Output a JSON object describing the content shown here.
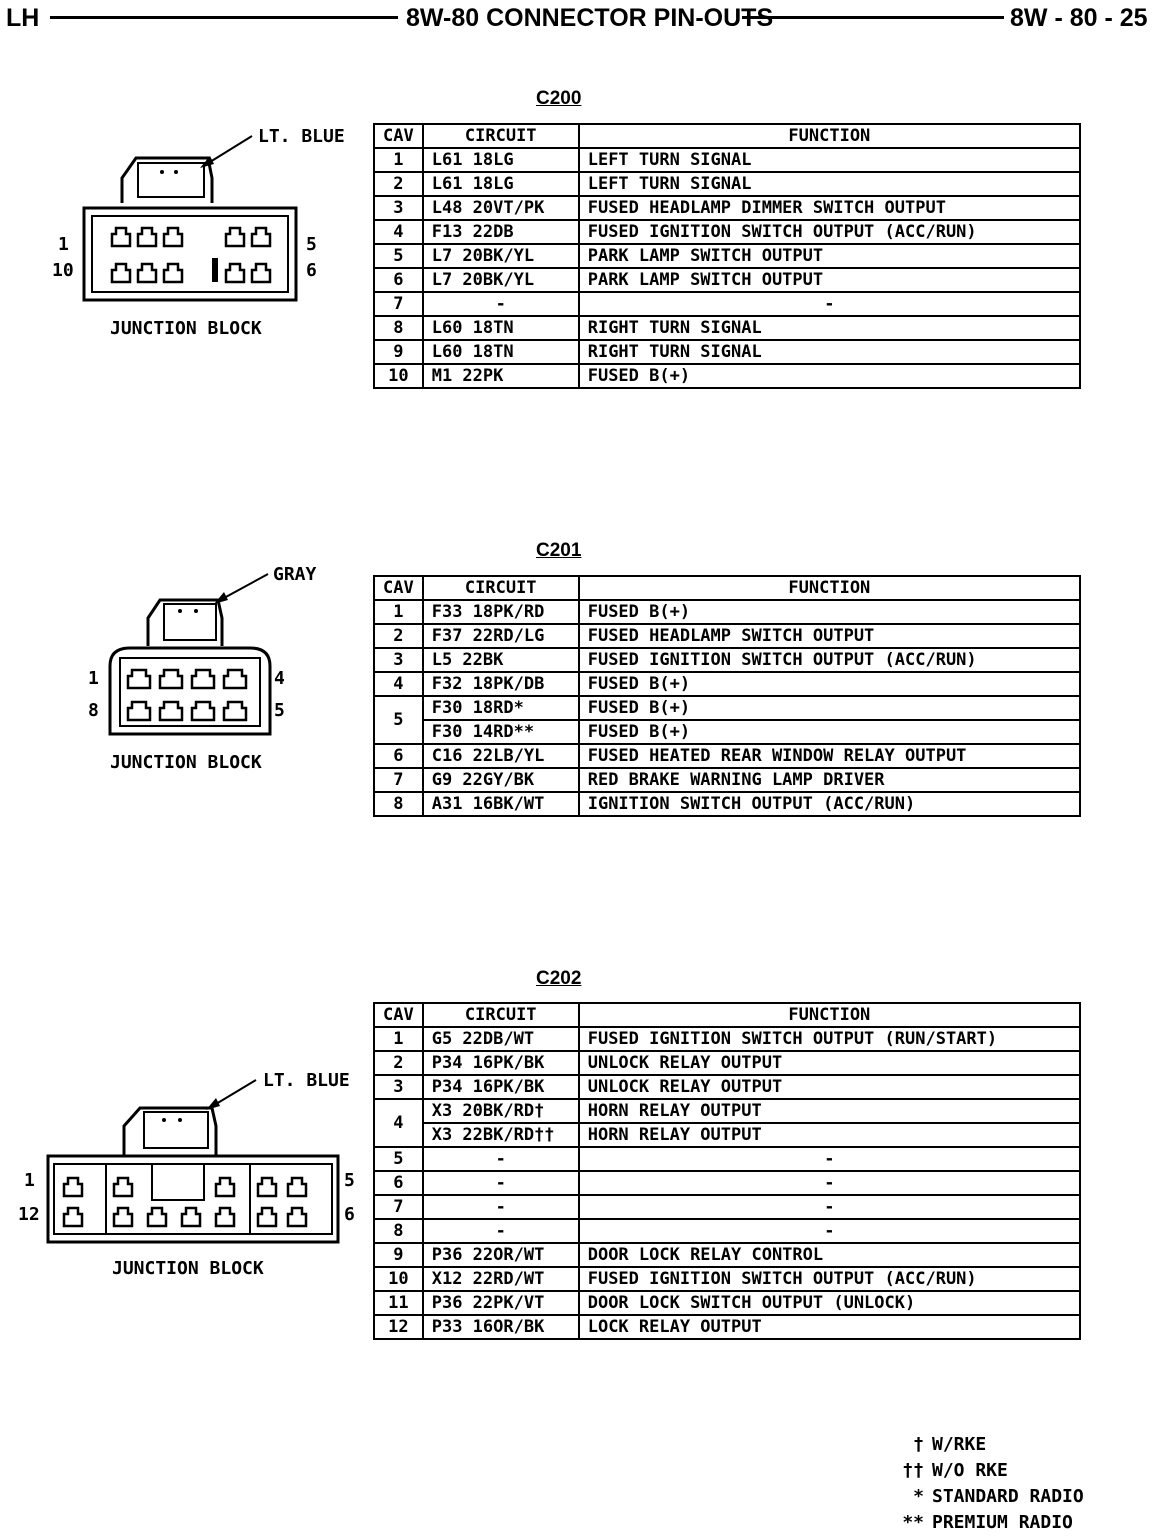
{
  "header": {
    "left": "LH",
    "center": "8W-80 CONNECTOR PIN-OUTS",
    "right": "8W - 80 - 25"
  },
  "connectors": [
    {
      "title": "C200",
      "color_label": "LT. BLUE",
      "block_label": "JUNCTION BLOCK",
      "pin_labels": {
        "top_left": "1",
        "bottom_left": "10",
        "top_right": "5",
        "bottom_right": "6"
      },
      "columns": [
        "CAV",
        "CIRCUIT",
        "FUNCTION"
      ],
      "rows": [
        {
          "cav": "1",
          "circuit": "L61 18LG",
          "function": "LEFT TURN SIGNAL"
        },
        {
          "cav": "2",
          "circuit": "L61 18LG",
          "function": "LEFT TURN SIGNAL"
        },
        {
          "cav": "3",
          "circuit": "L48 20VT/PK",
          "function": "FUSED HEADLAMP DIMMER SWITCH OUTPUT"
        },
        {
          "cav": "4",
          "circuit": "F13 22DB",
          "function": "FUSED IGNITION SWITCH OUTPUT (ACC/RUN)"
        },
        {
          "cav": "5",
          "circuit": "L7 20BK/YL",
          "function": "PARK LAMP SWITCH OUTPUT"
        },
        {
          "cav": "6",
          "circuit": "L7 20BK/YL",
          "function": "PARK LAMP SWITCH OUTPUT"
        },
        {
          "cav": "7",
          "circuit": "-",
          "function": "-"
        },
        {
          "cav": "8",
          "circuit": "L60 18TN",
          "function": "RIGHT TURN SIGNAL"
        },
        {
          "cav": "9",
          "circuit": "L60 18TN",
          "function": "RIGHT TURN SIGNAL"
        },
        {
          "cav": "10",
          "circuit": "M1 22PK",
          "function": "FUSED B(+)"
        }
      ]
    },
    {
      "title": "C201",
      "color_label": "GRAY",
      "block_label": "JUNCTION BLOCK",
      "pin_labels": {
        "top_left": "1",
        "bottom_left": "8",
        "top_right": "4",
        "bottom_right": "5"
      },
      "columns": [
        "CAV",
        "CIRCUIT",
        "FUNCTION"
      ],
      "rows": [
        {
          "cav": "1",
          "circuit": "F33 18PK/RD",
          "function": "FUSED B(+)"
        },
        {
          "cav": "2",
          "circuit": "F37 22RD/LG",
          "function": "FUSED HEADLAMP SWITCH OUTPUT"
        },
        {
          "cav": "3",
          "circuit": "L5 22BK",
          "function": "FUSED IGNITION SWITCH OUTPUT (ACC/RUN)"
        },
        {
          "cav": "4",
          "circuit": "F32 18PK/DB",
          "function": "FUSED B(+)"
        },
        {
          "cav": "5",
          "circuit": "F30 18RD*",
          "function": "FUSED B(+)"
        },
        {
          "cav": "",
          "circuit": "F30 14RD**",
          "function": "FUSED B(+)"
        },
        {
          "cav": "6",
          "circuit": "C16 22LB/YL",
          "function": "FUSED HEATED REAR WINDOW RELAY OUTPUT"
        },
        {
          "cav": "7",
          "circuit": "G9 22GY/BK",
          "function": "RED BRAKE WARNING LAMP DRIVER"
        },
        {
          "cav": "8",
          "circuit": "A31 16BK/WT",
          "function": "IGNITION SWITCH OUTPUT (ACC/RUN)"
        }
      ]
    },
    {
      "title": "C202",
      "color_label": "LT. BLUE",
      "block_label": "JUNCTION BLOCK",
      "pin_labels": {
        "top_left": "1",
        "bottom_left": "12",
        "top_right": "5",
        "bottom_right": "6"
      },
      "columns": [
        "CAV",
        "CIRCUIT",
        "FUNCTION"
      ],
      "rows": [
        {
          "cav": "1",
          "circuit": "G5 22DB/WT",
          "function": "FUSED IGNITION SWITCH OUTPUT (RUN/START)"
        },
        {
          "cav": "2",
          "circuit": "P34 16PK/BK",
          "function": "UNLOCK RELAY OUTPUT"
        },
        {
          "cav": "3",
          "circuit": "P34 16PK/BK",
          "function": "UNLOCK RELAY OUTPUT"
        },
        {
          "cav": "4",
          "circuit": "X3 20BK/RD†",
          "function": "HORN RELAY OUTPUT"
        },
        {
          "cav": "",
          "circuit": "X3 22BK/RD††",
          "function": "HORN RELAY OUTPUT"
        },
        {
          "cav": "5",
          "circuit": "-",
          "function": "-"
        },
        {
          "cav": "6",
          "circuit": "-",
          "function": "-"
        },
        {
          "cav": "7",
          "circuit": "-",
          "function": "-"
        },
        {
          "cav": "8",
          "circuit": "-",
          "function": "-"
        },
        {
          "cav": "9",
          "circuit": "P36 22OR/WT",
          "function": "DOOR LOCK RELAY CONTROL"
        },
        {
          "cav": "10",
          "circuit": "X12 22RD/WT",
          "function": "FUSED IGNITION SWITCH OUTPUT (ACC/RUN)"
        },
        {
          "cav": "11",
          "circuit": "P36 22PK/VT",
          "function": "DOOR LOCK SWITCH OUTPUT (UNLOCK)"
        },
        {
          "cav": "12",
          "circuit": "P33 16OR/BK",
          "function": "LOCK RELAY OUTPUT"
        }
      ]
    }
  ],
  "legend": [
    {
      "symbol": "†",
      "text": "W/RKE"
    },
    {
      "symbol": "††",
      "text": "W/O RKE"
    },
    {
      "symbol": "*",
      "text": "STANDARD RADIO"
    },
    {
      "symbol": "**",
      "text": "PREMIUM RADIO"
    }
  ]
}
